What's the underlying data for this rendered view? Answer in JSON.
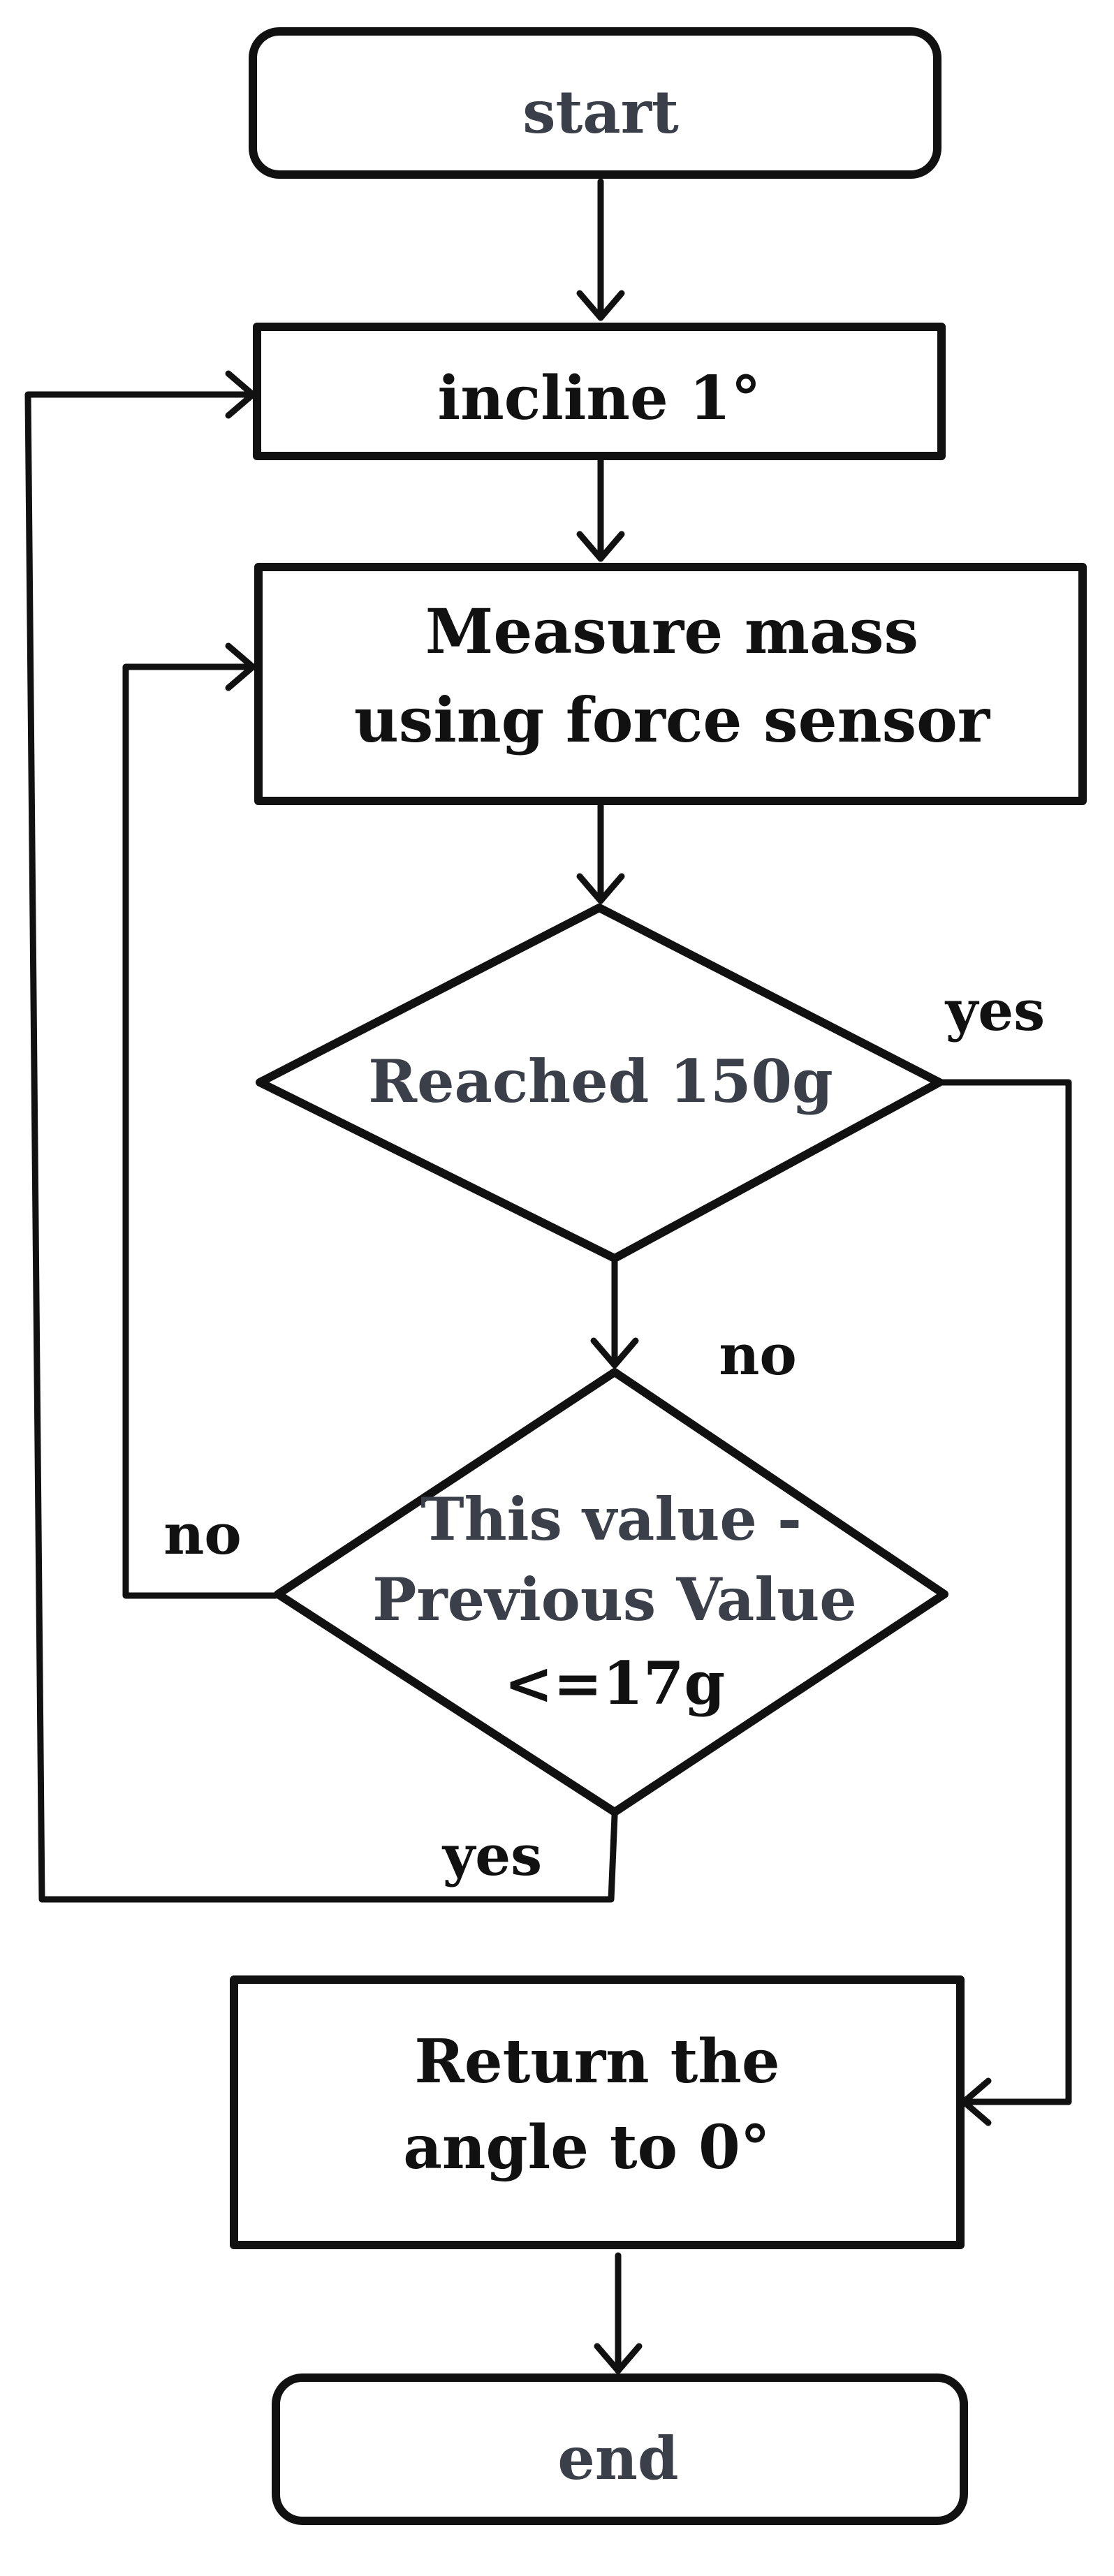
{
  "nodes": {
    "start": {
      "label": "start"
    },
    "incline": {
      "label": "incline 1°"
    },
    "measure": {
      "line1": "Measure mass",
      "line2": "using force sensor"
    },
    "reached": {
      "label": "Reached 150g"
    },
    "compare": {
      "line1": "This value -",
      "line2": "Previous Value",
      "line3": "<=17g"
    },
    "return": {
      "line1": "Return the",
      "line2": "angle to 0°"
    },
    "end": {
      "label": "end"
    }
  },
  "edge_labels": {
    "reached_yes": "yes",
    "reached_no": "no",
    "compare_no": "no",
    "compare_yes": "yes"
  },
  "colors": {
    "stroke": "#111111",
    "text": "#3b3f4a"
  }
}
